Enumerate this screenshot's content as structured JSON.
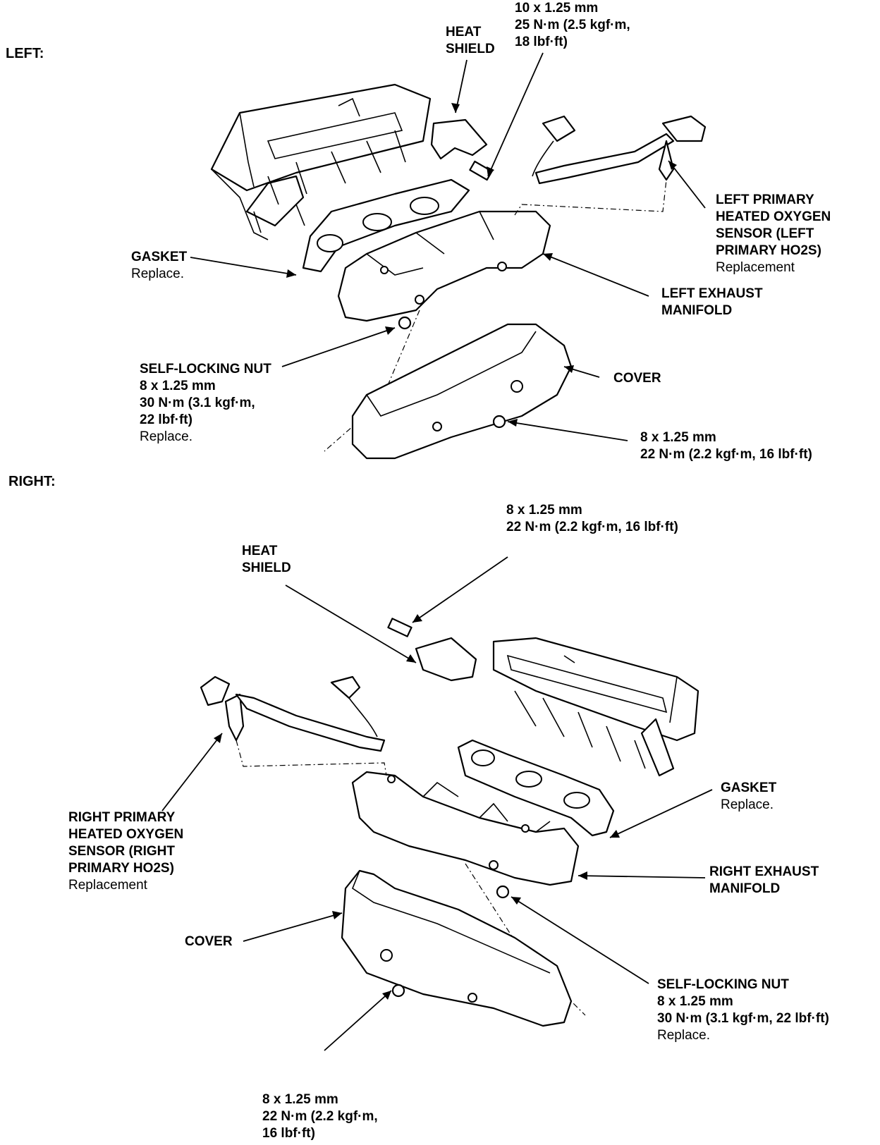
{
  "left": {
    "section_label": "LEFT:",
    "bolt_top": [
      "10 x 1.25 mm",
      "25 N·m (2.5 kgf·m,",
      "18 lbf·ft)"
    ],
    "heat_shield": [
      "HEAT",
      "SHIELD"
    ],
    "sensor": [
      "LEFT PRIMARY",
      "HEATED OXYGEN",
      "SENSOR (LEFT",
      "PRIMARY HO2S)"
    ],
    "sensor_note": "Replacement",
    "gasket": "GASKET",
    "gasket_note": "Replace.",
    "manifold": [
      "LEFT EXHAUST",
      "MANIFOLD"
    ],
    "nut": [
      "SELF-LOCKING NUT",
      "8 x 1.25 mm",
      "30 N·m (3.1 kgf·m,",
      "22 lbf·ft)"
    ],
    "nut_note": "Replace.",
    "cover": "COVER",
    "cover_bolt": [
      "8 x 1.25 mm",
      "22 N·m (2.2 kgf·m, 16 lbf·ft)"
    ]
  },
  "right": {
    "section_label": "RIGHT:",
    "bolt_top": [
      "8 x 1.25 mm",
      "22 N·m (2.2 kgf·m, 16 lbf·ft)"
    ],
    "heat_shield": [
      "HEAT",
      "SHIELD"
    ],
    "sensor": [
      "RIGHT PRIMARY",
      "HEATED OXYGEN",
      "SENSOR (RIGHT",
      "PRIMARY HO2S)"
    ],
    "sensor_note": "Replacement",
    "gasket": "GASKET",
    "gasket_note": "Replace.",
    "manifold": [
      "RIGHT EXHAUST",
      "MANIFOLD"
    ],
    "cover": "COVER",
    "nut": [
      "SELF-LOCKING NUT",
      "8 x 1.25 mm",
      "30 N·m (3.1 kgf·m, 22 lbf·ft)"
    ],
    "nut_note": "Replace.",
    "cover_bolt": [
      "8 x 1.25 mm",
      "22 N·m (2.2 kgf·m,",
      "16 lbf·ft)"
    ]
  }
}
